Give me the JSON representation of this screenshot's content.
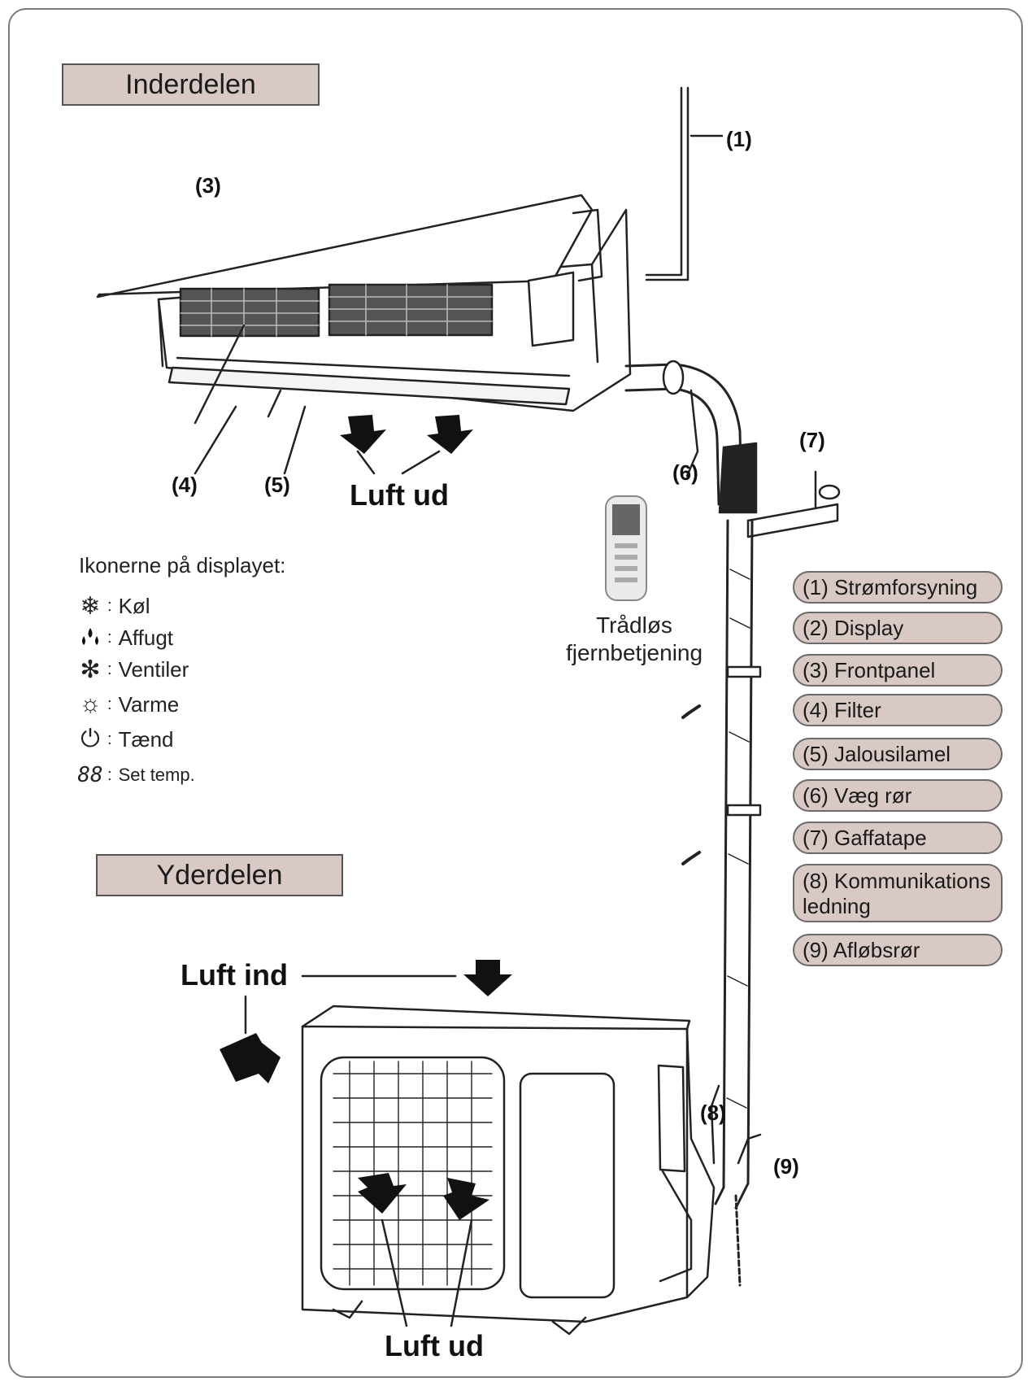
{
  "indoor": {
    "title": "Inderdelen"
  },
  "outdoor": {
    "title": "Yderdelen"
  },
  "callouts": {
    "c1": "(1)",
    "c3": "(3)",
    "c4": "(4)",
    "c5": "(5)",
    "c6": "(6)",
    "c7": "(7)",
    "c8": "(8)",
    "c9": "(9)"
  },
  "airflow": {
    "indoor_out": "Luft ud",
    "outdoor_in": "Luft ind",
    "outdoor_out": "Luft ud"
  },
  "display_icons": {
    "title": "Ikonerne på displayet:",
    "items": [
      {
        "icon": "snowflake-icon",
        "label": "Køl"
      },
      {
        "icon": "drops-icon",
        "label": "Affugt"
      },
      {
        "icon": "fan-icon",
        "label": "Ventiler"
      },
      {
        "icon": "sun-icon",
        "label": "Varme"
      },
      {
        "icon": "power-icon",
        "label": "Tænd"
      },
      {
        "icon": "digits-icon",
        "glyph": "88",
        "label": "Set temp."
      }
    ]
  },
  "remote": {
    "line1": "Trådløs",
    "line2": "fjernbetjening"
  },
  "legend": [
    "(1) Strømforsyning",
    "(2) Display",
    "(3) Frontpanel",
    "(4) Filter",
    "(5) Jalousilamel",
    "(6) Væg rør",
    "(7) Gaffatape",
    "(8) Kommunikations ledning",
    "(9) Afløbsrør"
  ],
  "colors": {
    "label_fill": "#d8c9c4",
    "line": "#222222"
  }
}
